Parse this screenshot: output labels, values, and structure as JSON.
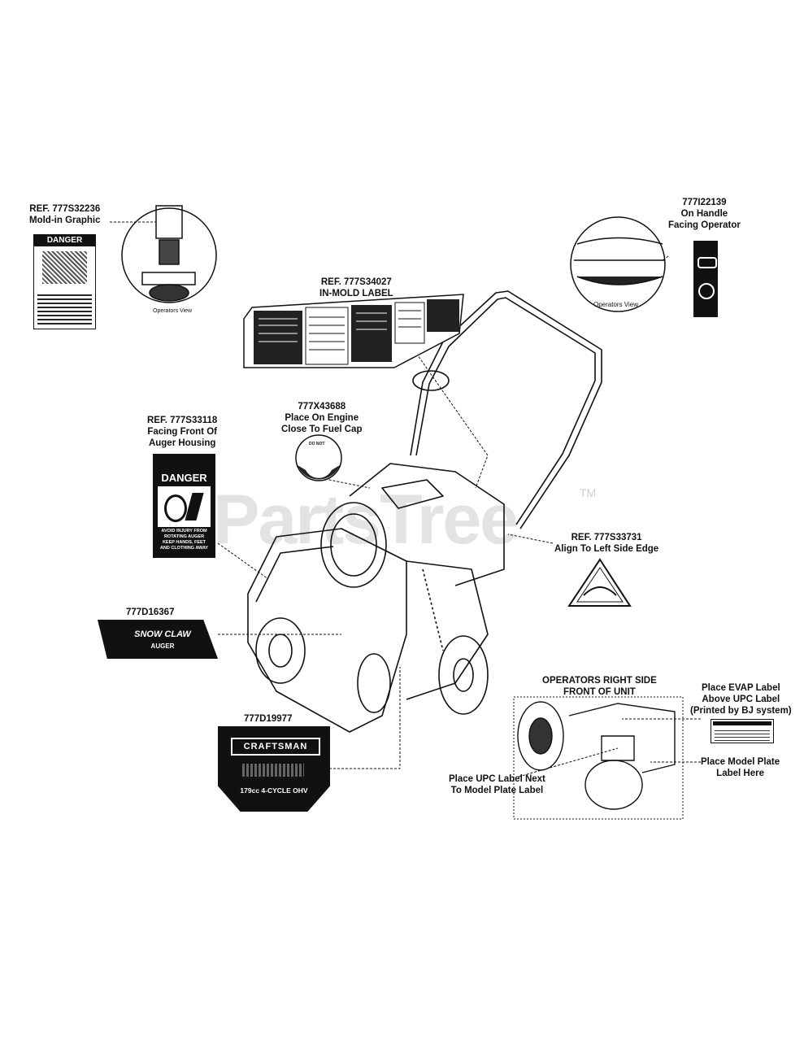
{
  "watermark": {
    "brand": "PartsTree",
    "trademark": "TM"
  },
  "callouts": {
    "mold_in": [
      "REF. 777S32236",
      "Mold-in Graphic"
    ],
    "operators_view_1": "Operators View",
    "in_mold": [
      "REF. 777S34027",
      "IN-MOLD LABEL"
    ],
    "handle": [
      "777I22139",
      "On Handle",
      "Facing Operator"
    ],
    "operators_view_2": "Operators View",
    "auger_housing": [
      "REF. 777S33118",
      "Facing Front Of",
      "Auger Housing"
    ],
    "engine": [
      "777X43688",
      "Place On Engine",
      "Close To Fuel Cap"
    ],
    "left_side": [
      "REF. 777S33731",
      "Align To Left Side Edge"
    ],
    "snow_claw_ref": "777D16367",
    "craftsman_ref": "777D19977",
    "right_side_header": [
      "OPERATORS RIGHT SIDE",
      "FRONT OF UNIT"
    ],
    "evap": [
      "Place EVAP Label",
      "Above UPC Label",
      "(Printed by BJ system)"
    ],
    "model_plate": [
      "Place Model Plate",
      "Label Here"
    ],
    "upc": [
      "Place UPC Label Next",
      "To Model Plate Label"
    ]
  },
  "labels": {
    "danger_small": "DANGER",
    "danger_big": "DANGER",
    "danger_warning": [
      "AVOID INJURY FROM",
      "ROTATING AUGER",
      "KEEP HANDS, FEET",
      "AND CLOTHING AWAY"
    ],
    "do_not": "DO NOT",
    "snow_claw": "SNOW CLAW",
    "auger": "AUGER",
    "craftsman": "CRAFTSMAN",
    "engine_desc": "179cc 4-CYCLE OHV"
  },
  "colors": {
    "ink": "#111111",
    "watermark": "#e3e3e3",
    "label_bg": "#111111"
  }
}
